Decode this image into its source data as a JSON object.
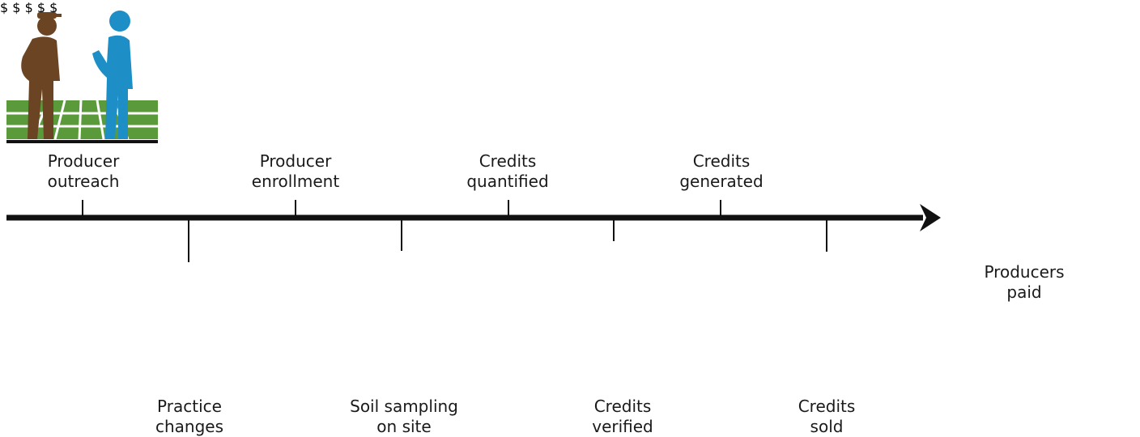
{
  "colors": {
    "line": "#111111",
    "brown": "#6b4423",
    "green": "#5a9a3a",
    "blue": "#1e8fc6",
    "navy": "#2b3f8c",
    "yellow": "#f5b21a",
    "dark_green": "#2f6a2a"
  },
  "steps": [
    {
      "id": "producer-outreach",
      "line1": "Producer",
      "line2": "outreach",
      "icon": "two-farmers-in-field-icon"
    },
    {
      "id": "practice-changes",
      "line1": "Practice",
      "line2": "changes",
      "icon": "wheat-plants-icon"
    },
    {
      "id": "producer-enrollment",
      "line1": "Producer",
      "line2": "enrollment",
      "icon": "farmer-signing-at-desk-icon"
    },
    {
      "id": "soil-sampling",
      "line1": "Soil sampling",
      "line2": "on site",
      "icon": "tractor-soil-probe-icon"
    },
    {
      "id": "credits-quantified",
      "line1": "Credits",
      "line2": "quantified",
      "icon": "dashboard-gauge-icon"
    },
    {
      "id": "credits-verified",
      "line1": "Credits",
      "line2": "verified",
      "icon": "certificate-ribbon-icon"
    },
    {
      "id": "credits-generated",
      "line1": "Credits",
      "line2": "generated",
      "icon": "rising-arrow-dollar-icon"
    },
    {
      "id": "credits-sold",
      "line1": "Credits",
      "line2": "sold",
      "icon": "dollar-coins-stack-icon"
    },
    {
      "id": "producers-paid",
      "line1": "Producers",
      "line2": "paid",
      "icon": "signed-check-icon"
    }
  ],
  "coin_symbol": "$"
}
